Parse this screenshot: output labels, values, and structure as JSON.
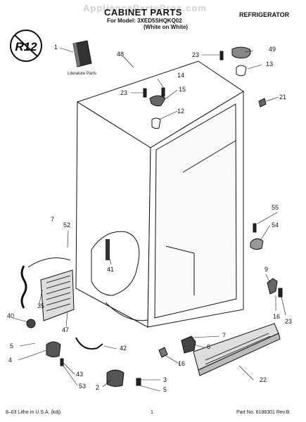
{
  "header": {
    "watermark": "AppliancePartsPros.com",
    "title": "CABINET PARTS",
    "model_line": "For Model: 3XED5SHQKQ02",
    "color_line": "(White on White)",
    "category": "REFRIGERATOR"
  },
  "badge": {
    "text": "R12"
  },
  "literature_label": "Literature Parts",
  "callouts": [
    "1",
    "48",
    "23",
    "49",
    "13",
    "14",
    "15",
    "23",
    "12",
    "21",
    "7",
    "52",
    "41",
    "55",
    "54",
    "9",
    "35",
    "16",
    "23",
    "40",
    "47",
    "7",
    "6",
    "5",
    "42",
    "4",
    "43",
    "16",
    "22",
    "53",
    "2",
    "3",
    "5"
  ],
  "footer": {
    "left": "8–03 Litho In U.S.A. (kdj)",
    "page_number": "1",
    "part_number": "Part No. 8198301 Rev.B"
  },
  "colors": {
    "line": "#1a1a1a",
    "shade": "#555555",
    "watermark": "#cfcfcf"
  }
}
